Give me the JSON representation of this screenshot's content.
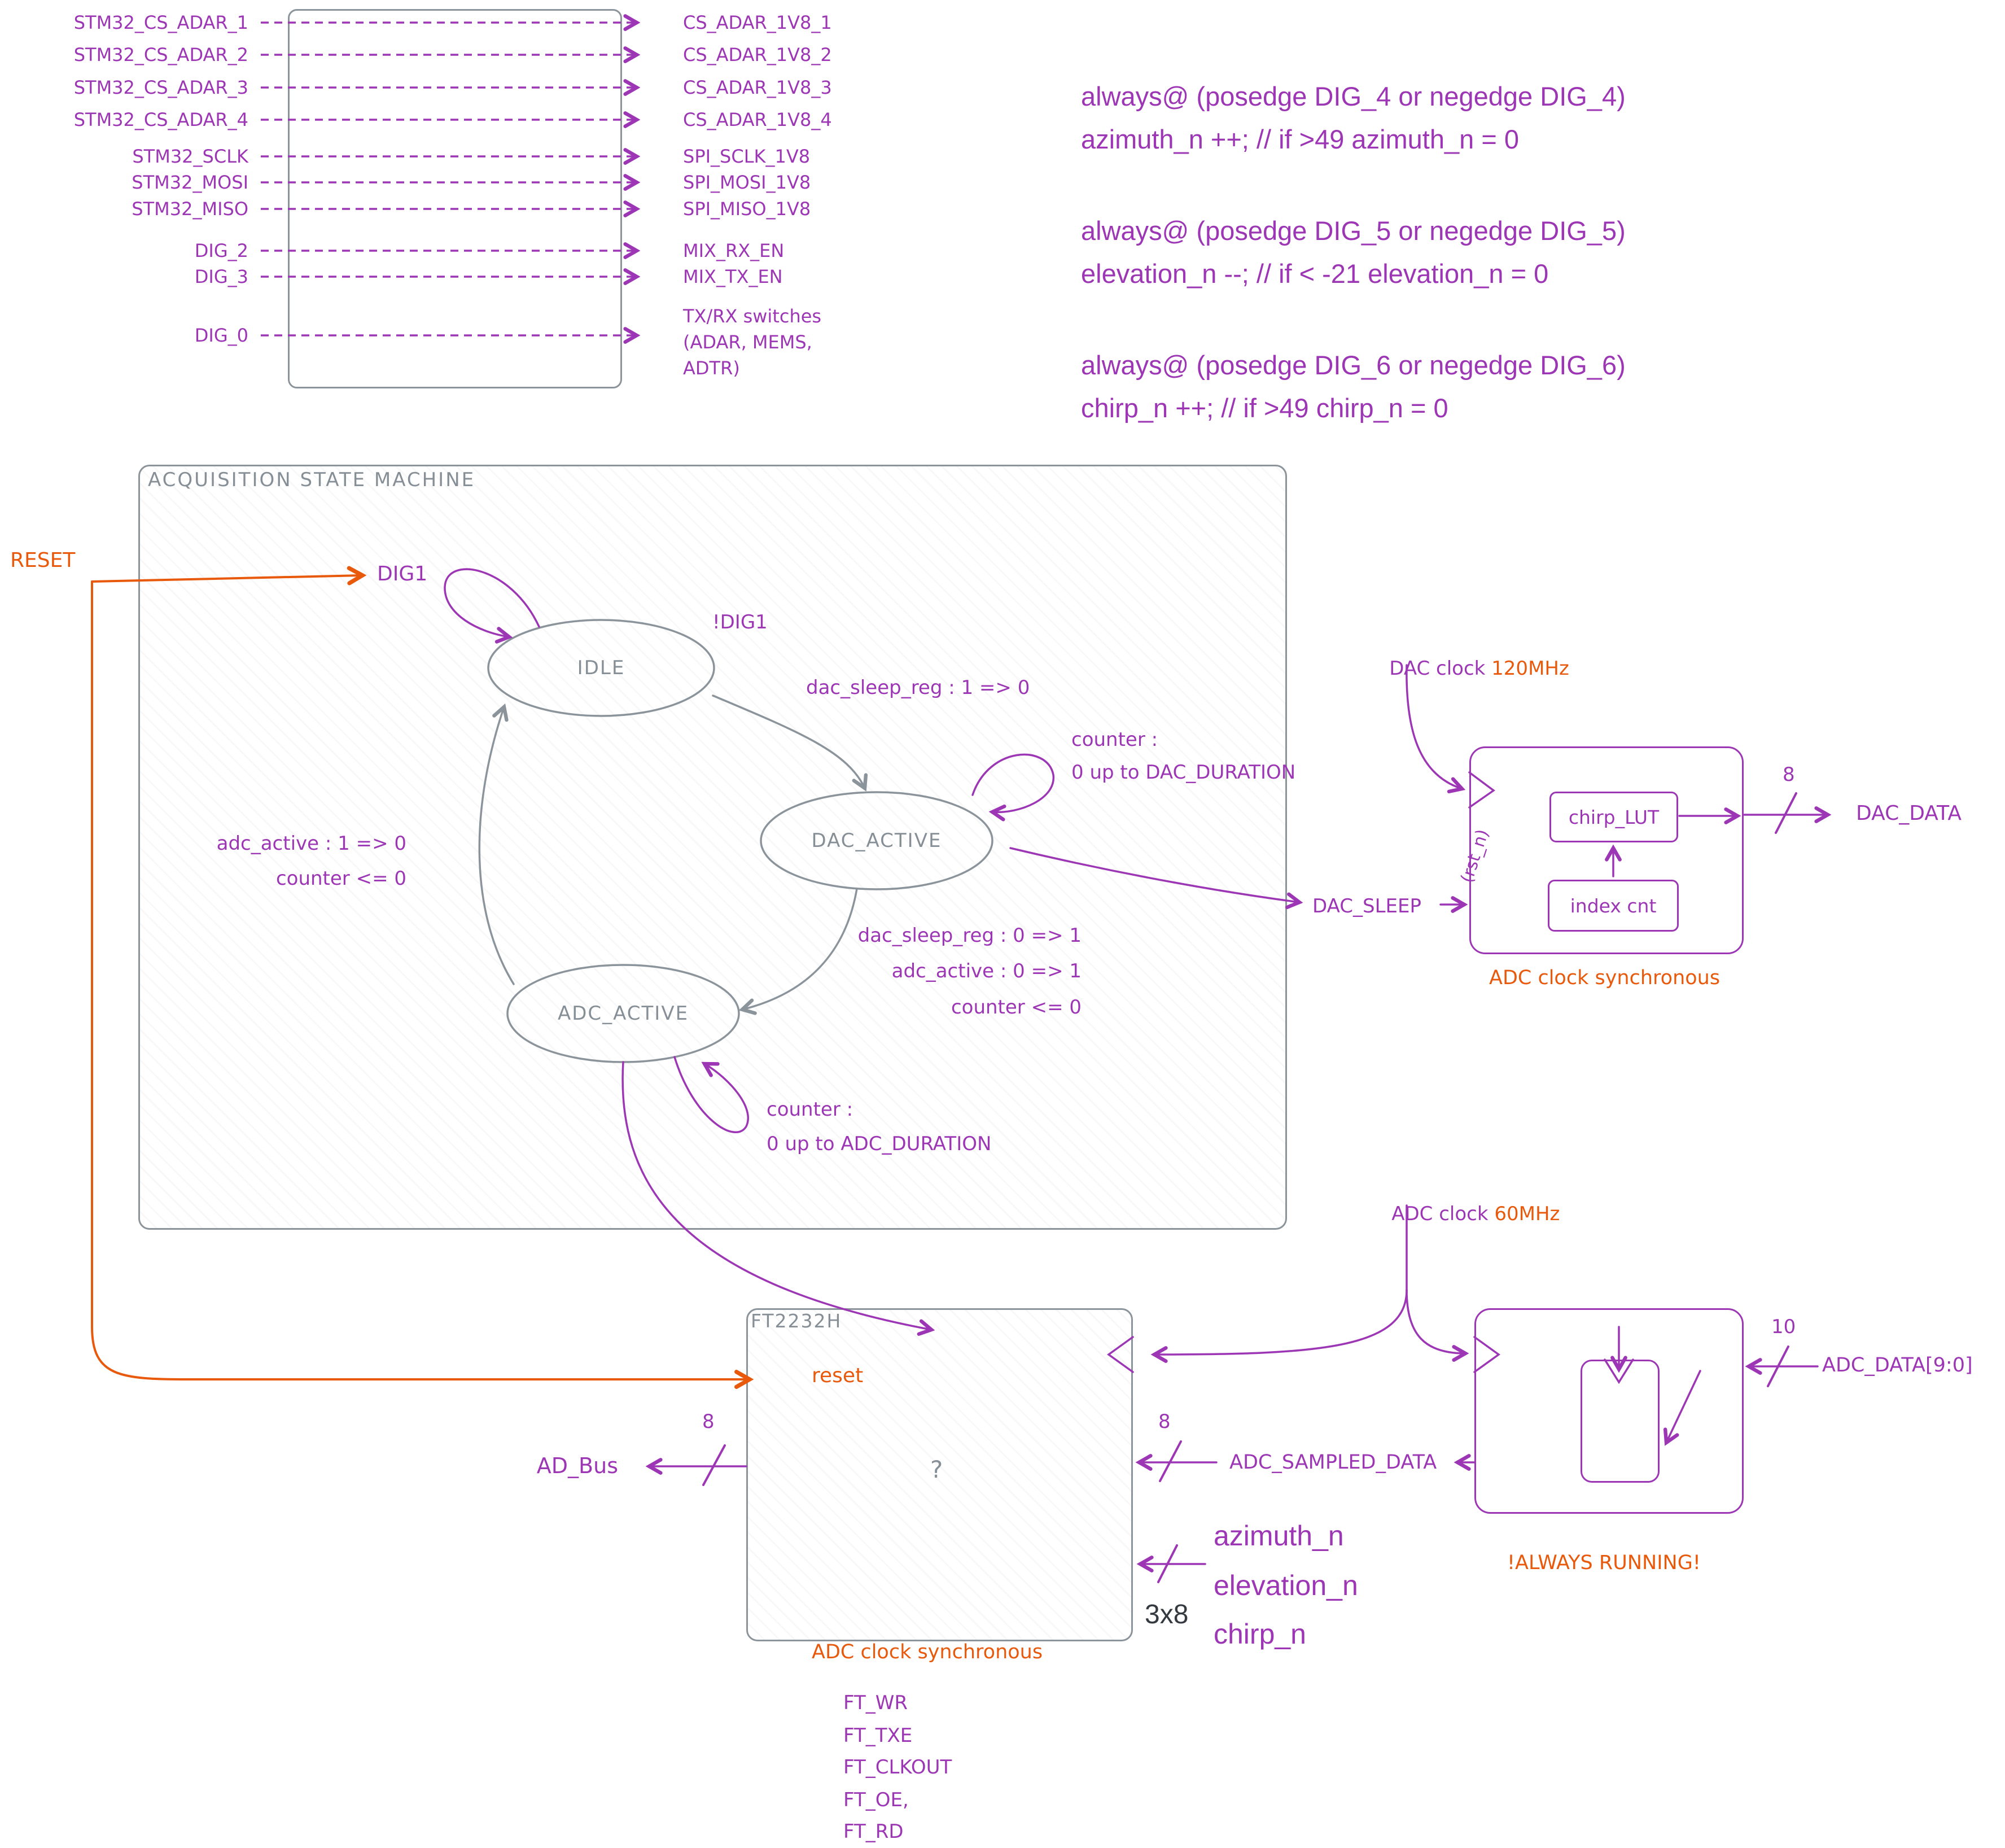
{
  "colors": {
    "purple": "#9c36b5",
    "orange": "#e8590c",
    "gray": "#868e96",
    "dark": "#343a40"
  },
  "level_shifter": {
    "rows": [
      {
        "left": "STM32_CS_ADAR_1",
        "right": "CS_ADAR_1V8_1"
      },
      {
        "left": "STM32_CS_ADAR_2",
        "right": "CS_ADAR_1V8_2"
      },
      {
        "left": "STM32_CS_ADAR_3",
        "right": "CS_ADAR_1V8_3"
      },
      {
        "left": "STM32_CS_ADAR_4",
        "right": "CS_ADAR_1V8_4"
      },
      {
        "left": "STM32_SCLK",
        "right": "SPI_SCLK_1V8"
      },
      {
        "left": "STM32_MOSI",
        "right": "SPI_MOSI_1V8"
      },
      {
        "left": "STM32_MISO",
        "right": "SPI_MISO_1V8"
      },
      {
        "left": "DIG_2",
        "right": "MIX_RX_EN"
      },
      {
        "left": "DIG_3",
        "right": "MIX_TX_EN"
      },
      {
        "left": "DIG_0",
        "right": ""
      }
    ],
    "txrx_line1": "TX/RX switches",
    "txrx_line2": "(ADAR, MEMS,",
    "txrx_line3": "ADTR)"
  },
  "verilog": {
    "blocks": [
      {
        "line1": "always@ (posedge DIG_4 or negedge DIG_4)",
        "line2": "azimuth_n ++; // if >49 azimuth_n = 0"
      },
      {
        "line1": "always@ (posedge DIG_5 or negedge DIG_5)",
        "line2": "elevation_n --; // if < -21 elevation_n = 0"
      },
      {
        "line1": "always@ (posedge DIG_6 or negedge DIG_6)",
        "line2": "chirp_n ++; // if >49 chirp_n = 0"
      }
    ]
  },
  "state_machine": {
    "title": "ACQUISITION STATE MACHINE",
    "reset_label": "RESET",
    "dig1": "DIG1",
    "not_dig1": "!DIG1",
    "idle": "IDLE",
    "dac_active": "DAC_ACTIVE",
    "adc_active": "ADC_ACTIVE",
    "idle_to_dac": "dac_sleep_reg : 1 => 0",
    "dac_loop_l1": "counter :",
    "dac_loop_l2": "0 up to DAC_DURATION",
    "dac_to_adc_l1": "dac_sleep_reg : 0 => 1",
    "dac_to_adc_l2": "adc_active : 0 => 1",
    "dac_to_adc_l3": "counter <= 0",
    "adc_to_idle_l1": "adc_active : 1 => 0",
    "adc_to_idle_l2": "counter <= 0",
    "adc_loop_l1": "counter :",
    "adc_loop_l2": "0 up to ADC_DURATION"
  },
  "dac_block": {
    "clock_label": "DAC clock",
    "clock_freq": "120MHz",
    "sleep_label": "DAC_SLEEP",
    "chirp_lut": "chirp_LUT",
    "index_cnt": "index cnt",
    "rst": "(rst_n)",
    "out_width": "8",
    "out_label": "DAC_DATA",
    "caption": "ADC clock synchronous"
  },
  "ft2232h": {
    "title": "FT2232H",
    "reset": "reset",
    "question": "?",
    "ad_bus": "AD_Bus",
    "ad_bus_width": "8",
    "sampled": "ADC_SAMPLED_DATA",
    "sampled_width": "8",
    "azimuth": "azimuth_n",
    "elevation": "elevation_n",
    "chirp": "chirp_n",
    "bus3x8": "3x8",
    "caption": "ADC clock synchronous",
    "signals": [
      "FT_WR",
      "FT_TXE",
      "FT_CLKOUT",
      "FT_OE,",
      "FT_RD"
    ]
  },
  "adc_block": {
    "clock_label": "ADC clock",
    "clock_freq": "60MHz",
    "data_label": "ADC_DATA[9:0]",
    "data_width": "10",
    "caption": "!ALWAYS RUNNING!"
  }
}
